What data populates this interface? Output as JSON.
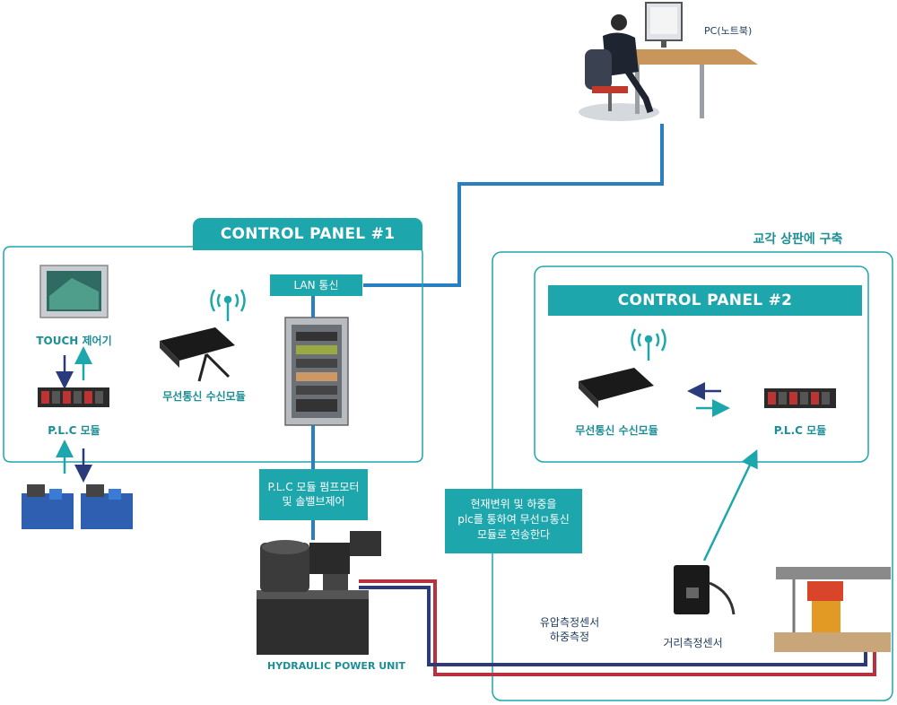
{
  "pc": {
    "label": "PC(노트북)"
  },
  "panel1": {
    "title": "CONTROL PANEL #1",
    "lan_label": "LAN 통신",
    "touch_label": "TOUCH 제어기",
    "plc_label": "P.L.C 모듈",
    "wireless_label": "무선통신 수신모듈"
  },
  "pump_control_label": "P.L.C 모듈 펌프모터\n및 솔밸브제어",
  "hpu_label": "HYDRAULIC POWER UNIT",
  "right_area": {
    "title": "교각 상판에 구축"
  },
  "panel2": {
    "title": "CONTROL PANEL #2",
    "wireless_label": "무선통신 수신모듈",
    "plc_label": "P.L.C 모듈"
  },
  "transmit_note": "현재변위 및 하중을\nplc를 통하여 무선ㅁ통신\n모듈로 전송한다",
  "pressure_sensor_label": "유압측정센서\n하중측정",
  "distance_sensor_label": "거리측정센서",
  "colors": {
    "teal": "#1ea6ad",
    "navy": "#2b3a7a",
    "hose_red": "#b8323e",
    "cable_blue": "#2a7fc0"
  }
}
